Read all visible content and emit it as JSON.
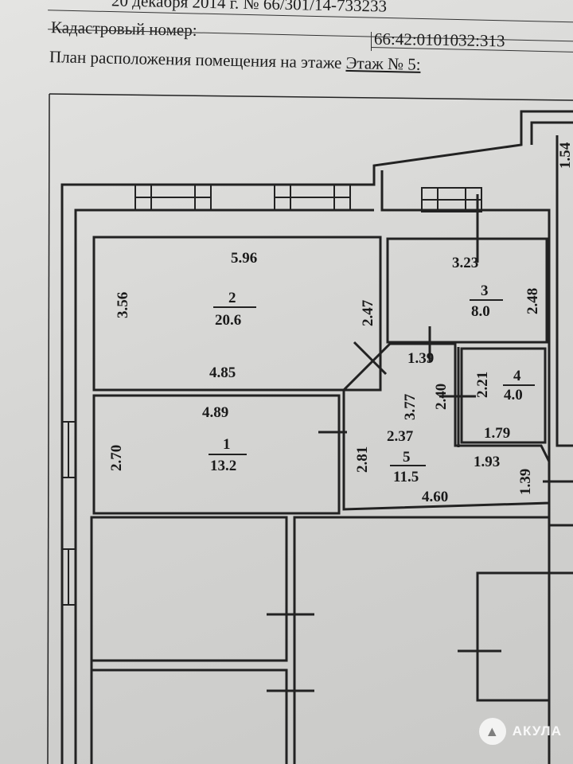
{
  "header": {
    "registration_line": "20  декабря 2014 г. № 66/301/14-733233",
    "cadastral_label": "Кадастровый номер:",
    "cadastral_number": "66:42:0101032:313",
    "plan_title": "План расположения помещения на этаже",
    "floor_label": "Этаж № 5:"
  },
  "plan": {
    "rooms": [
      {
        "number": "1",
        "area": "13.2",
        "dims": [
          "4.89",
          "2.70",
          "2.81"
        ]
      },
      {
        "number": "2",
        "area": "20.6",
        "dims": [
          "5.96",
          "3.56",
          "2.47",
          "4.85"
        ]
      },
      {
        "number": "3",
        "area": "8.0",
        "dims": [
          "3.23",
          "2.48"
        ]
      },
      {
        "number": "4",
        "area": "4.0",
        "dims": [
          "2.21",
          "1.79"
        ]
      },
      {
        "number": "5",
        "area": "11.5",
        "dims": [
          "1.39",
          "3.77",
          "2.40",
          "2.37",
          "1.93",
          "1.39",
          "4.60"
        ]
      }
    ],
    "neighbor_dim": "1.54"
  },
  "watermark": {
    "text": "АКУЛА"
  }
}
